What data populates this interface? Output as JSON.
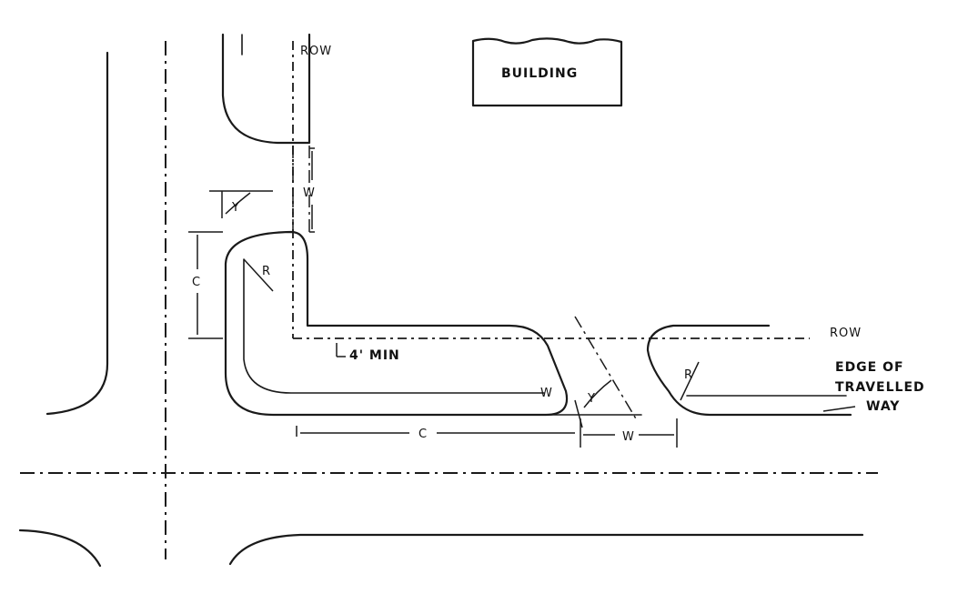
{
  "labels": {
    "building": "BUILDING",
    "row_top": "ROW",
    "row_right": "ROW",
    "edge_line1": "EDGE OF",
    "edge_line2": "TRAVELLED",
    "edge_line3": "WAY",
    "min_offset": "4' MIN",
    "dim_c_vertical": "C",
    "dim_c_horizontal": "C",
    "dim_w_vertical": "W",
    "dim_w_horizontal": "W",
    "radius_left": "R",
    "radius_right": "R",
    "angle_upper": "Y",
    "angle_lower": "Y",
    "curb_mark": "W"
  },
  "colors": {
    "ink": "#1a1a1a",
    "paper": "#ffffff"
  }
}
